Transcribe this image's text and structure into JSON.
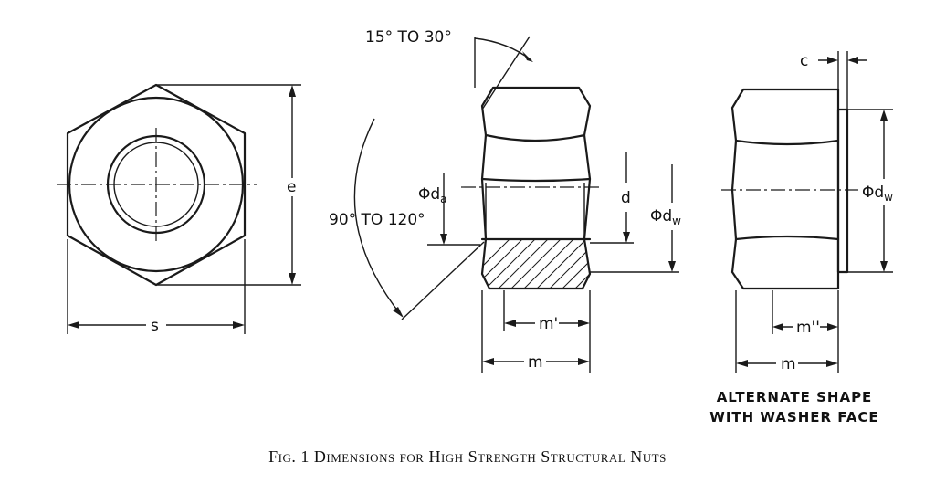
{
  "labels": {
    "s": "s",
    "e": "e",
    "angle_top": "15° TO 30°",
    "angle_left": "90° TO 120°",
    "phi_da": "Φd",
    "phi_da_sub": "a",
    "d": "d",
    "phi_dw": "Φd",
    "phi_dw_sub": "w",
    "m_prime": "m'",
    "m": "m",
    "c": "c",
    "phi_dw_right": "Φd",
    "phi_dw_right_sub": "w",
    "m_double_prime": "m''",
    "m_right": "m"
  },
  "note": {
    "line1": "ALTERNATE SHAPE",
    "line2": "WITH WASHER FACE"
  },
  "caption": "Fig. 1  Dimensions for High Strength Structural Nuts"
}
